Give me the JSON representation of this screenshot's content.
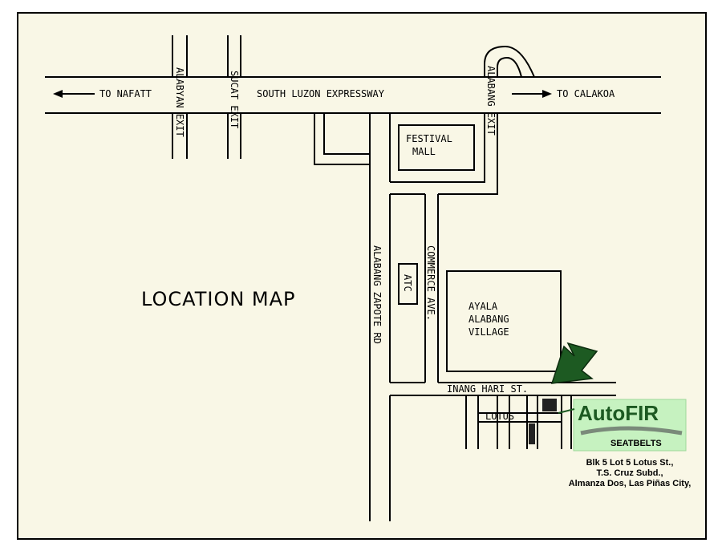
{
  "map": {
    "title": "LOCATION MAP",
    "roads": {
      "expressway": "SOUTH LUZON EXPRESSWAY",
      "to_west": "TO NAFATT",
      "to_east": "TO CALAKOA",
      "exit_1": "ALABYAN EXIT",
      "exit_2": "SUCAT EXIT",
      "exit_3": "ALABANG EXIT",
      "zapote": "ALABANG ZAPOTE RD",
      "commerce": "COMMERCE AVE.",
      "inang_hari": "INANG HARI ST.",
      "lotus": "LOTUS"
    },
    "places": {
      "festival": [
        "FESTIVAL",
        "MALL"
      ],
      "atc": "ATC",
      "ayala": [
        "AYALA",
        "ALABANG",
        "VILLAGE"
      ]
    }
  },
  "brand": {
    "name": "AutoFIR",
    "tagline": "SEATBELTS",
    "address": [
      "Blk 5 Lot 5 Lotus St.,",
      "T.S. Cruz Subd.,",
      "Almanza Dos, Las Piñas City,"
    ]
  },
  "colors": {
    "background": "#f9f7e6",
    "brand_green": "#c6f2c0",
    "arrow_green": "#1d5a22"
  }
}
